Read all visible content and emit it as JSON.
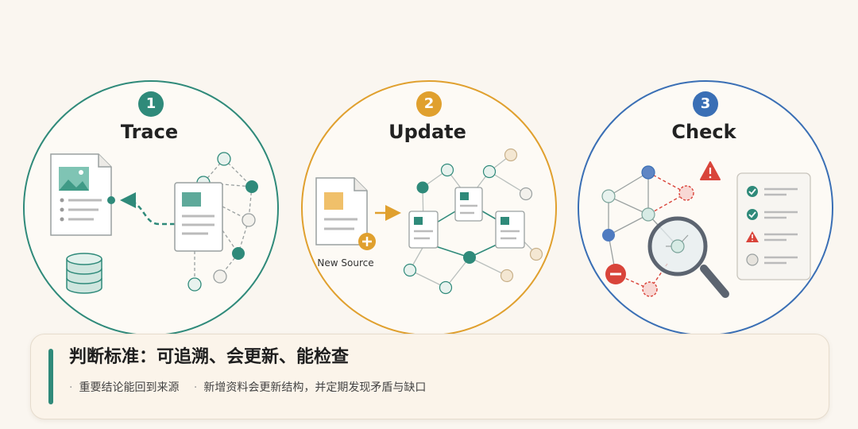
{
  "steps": [
    {
      "number": "1",
      "title": "Trace",
      "color": "#2f8a7a"
    },
    {
      "number": "2",
      "title": "Update",
      "color": "#e0a02e"
    },
    {
      "number": "3",
      "title": "Check",
      "color": "#3a6fb5"
    }
  ],
  "update_panel": {
    "new_source_label": "New Source"
  },
  "summary": {
    "title": "判断标准：可追溯、会更新、能检查",
    "points": [
      "重要结论能回到来源",
      "新增资料会更新结构，并定期发现矛盾与缺口"
    ]
  },
  "colors": {
    "teal": "#2f8a7a",
    "amber": "#e0a02e",
    "blue": "#3a6fb5",
    "red": "#d9443a",
    "background": "#faf6f0"
  },
  "icons": {
    "trace": [
      "image-document-icon",
      "database-icon",
      "source-document-icon",
      "link-arrow-icon"
    ],
    "update": [
      "new-source-document-icon",
      "add-icon",
      "arrow-right-icon"
    ],
    "check": [
      "warning-icon",
      "remove-icon",
      "magnifier-icon",
      "checklist-icon"
    ]
  }
}
